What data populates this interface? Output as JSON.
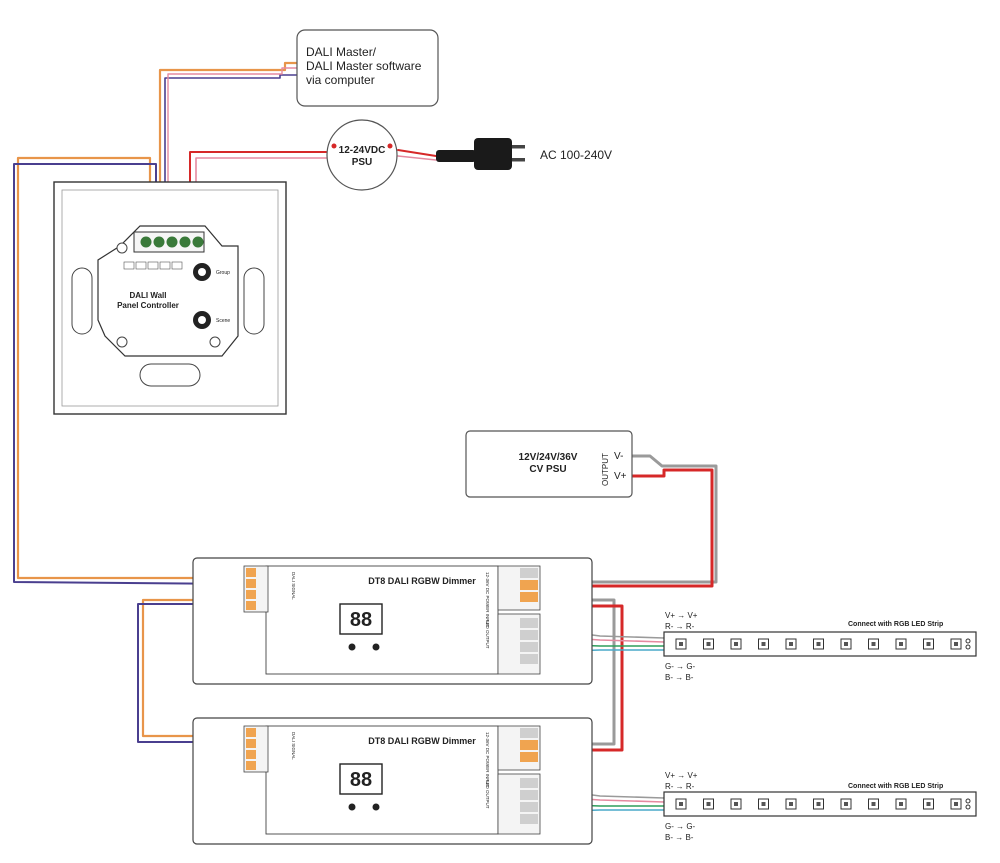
{
  "dali_master": {
    "line1": "DALI Master/",
    "line2": "DALI Master software",
    "line3": "via computer"
  },
  "psu_small": {
    "line1": "12-24VDC",
    "line2": "PSU"
  },
  "ac_input": "AC 100-240V",
  "wall_panel": {
    "name_line1": "DALI Wall",
    "name_line2": "Panel Controller",
    "knob_group_label": "Group",
    "knob_scene_label": "Scene"
  },
  "cv_psu": {
    "line1": "12V/24V/36V",
    "line2": "CV PSU",
    "output_label": "OUTPUT",
    "v_minus": "V-",
    "v_plus": "V+"
  },
  "dimmers": [
    {
      "title": "DT8 DALI RGBW Dimmer",
      "display": "88",
      "left_terminal_label": "DALI SIGNAL",
      "power_label": "12-36V DC POWER INPUT",
      "output_label": "LED OUTPUT"
    },
    {
      "title": "DT8 DALI RGBW Dimmer",
      "display": "88",
      "left_terminal_label": "DALI SIGNAL",
      "power_label": "12-36V DC POWER INPUT",
      "output_label": "LED OUTPUT"
    }
  ],
  "strips": [
    {
      "label": "Connect with RGB LED Strip",
      "map_top": [
        "V+  →  V+",
        "R-  →  R-"
      ],
      "map_bottom": [
        "G-  →  G-",
        "B-  →  B-"
      ]
    },
    {
      "label": "Connect with RGB LED Strip",
      "map_top": [
        "V+  →  V+",
        "R-  →  R-"
      ],
      "map_bottom": [
        "G-  →  G-",
        "B-  →  B-"
      ]
    }
  ],
  "colors": {
    "dali_orange": "#e8954a",
    "dali_purple": "#4a3f8f",
    "power_red": "#d62828",
    "ground_gray": "#9a9a9a",
    "terminal_orange": "#f0a450",
    "terminal_green": "#3a7a3a",
    "wire_green": "#2e9e5b",
    "wire_blue": "#48a9c9",
    "wire_pink": "#e58aa0"
  }
}
